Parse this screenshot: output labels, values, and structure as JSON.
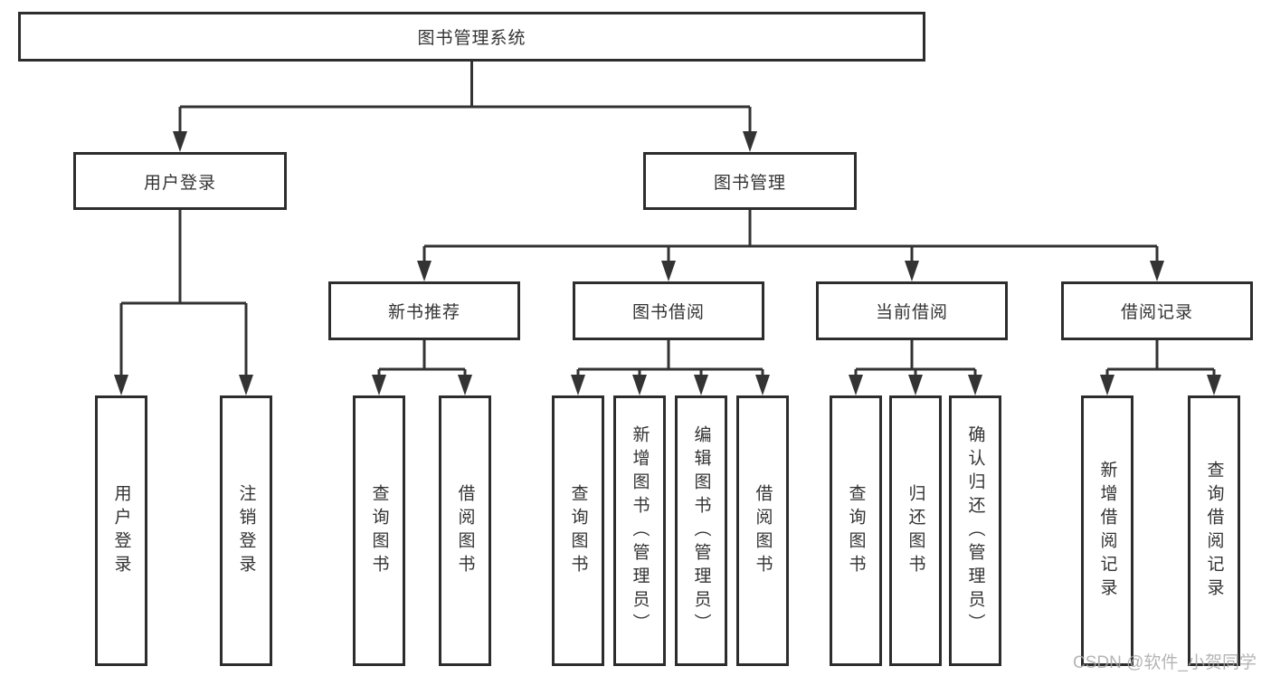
{
  "diagram": {
    "root": {
      "label": "图书管理系统"
    },
    "branches": [
      {
        "label": "用户登录",
        "children": [
          {
            "label": "用户登录"
          },
          {
            "label": "注销登录"
          }
        ]
      },
      {
        "label": "图书管理",
        "children": [
          {
            "label": "新书推荐",
            "children": [
              {
                "label": "查询图书"
              },
              {
                "label": "借阅图书"
              }
            ]
          },
          {
            "label": "图书借阅",
            "children": [
              {
                "label": "查询图书"
              },
              {
                "label": "新增图书（管理员）"
              },
              {
                "label": "编辑图书（管理员）"
              },
              {
                "label": "借阅图书"
              }
            ]
          },
          {
            "label": "当前借阅",
            "children": [
              {
                "label": "查询图书"
              },
              {
                "label": "归还图书"
              },
              {
                "label": "确认归还（管理员）"
              }
            ]
          },
          {
            "label": "借阅记录",
            "children": [
              {
                "label": "新增借阅记录"
              },
              {
                "label": "查询借阅记录"
              }
            ]
          }
        ]
      }
    ]
  },
  "watermark": {
    "text": "CSDN @软件_小贺同学"
  },
  "colors": {
    "line": "#333333",
    "box_border": "#2d2d2d",
    "text": "#333333",
    "background": "#ffffff",
    "watermark": "#a8a8a8"
  }
}
